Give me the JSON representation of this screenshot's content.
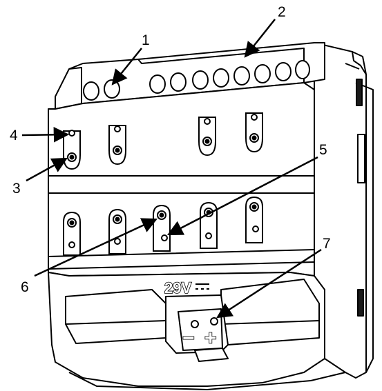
{
  "diagram": {
    "callouts": [
      "1",
      "2",
      "3",
      "4",
      "5",
      "6",
      "7"
    ],
    "voltage_label": "29V",
    "polarity_minus": "−",
    "polarity_plus": "+"
  },
  "colors": {
    "line": "#000000",
    "body": "#ffffff",
    "shadow": "#f2f2f2",
    "dark_slot": "#1a1a1a"
  }
}
